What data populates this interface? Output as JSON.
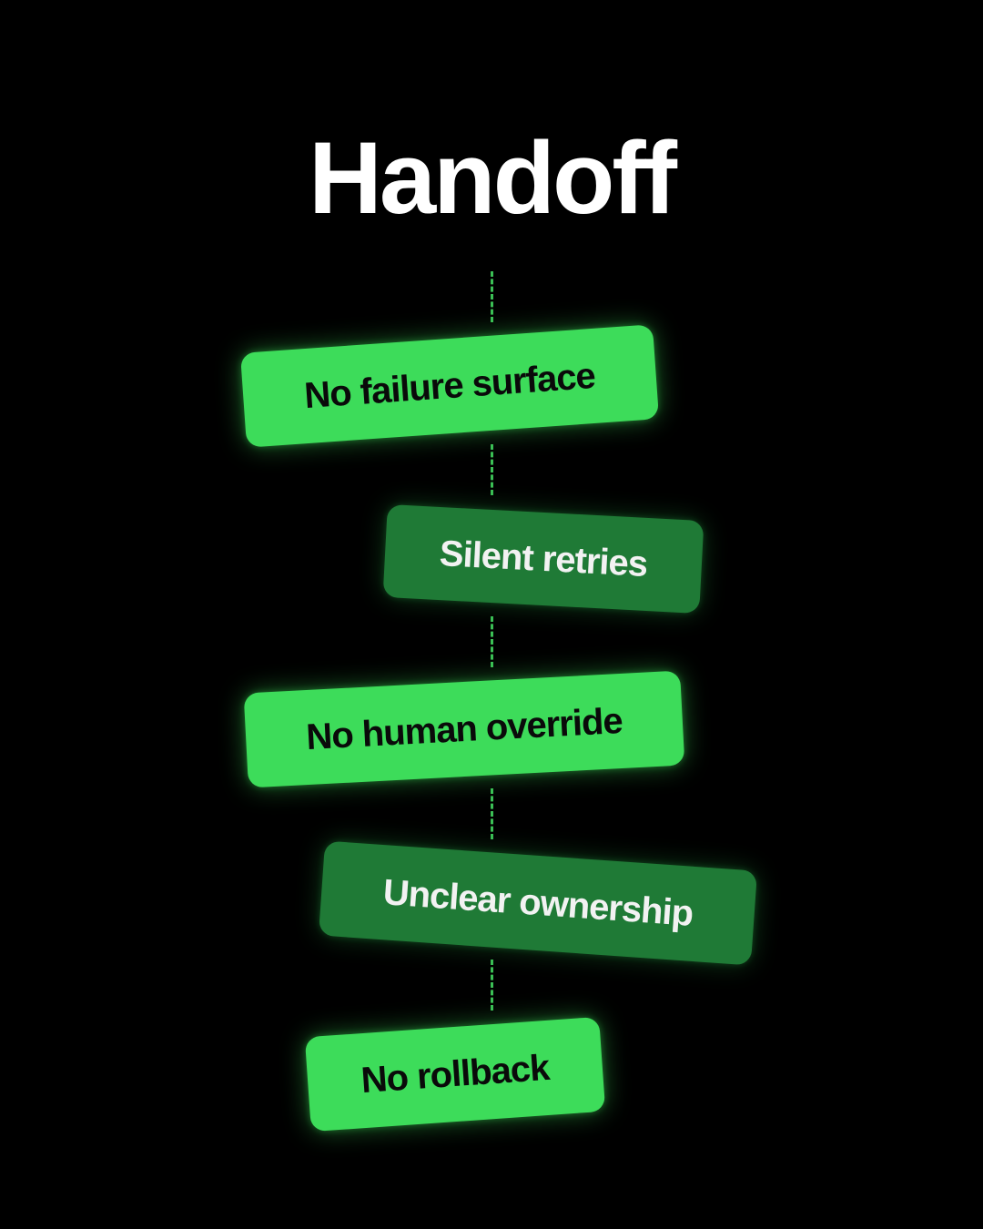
{
  "title": "Handoff",
  "colors": {
    "background": "#000000",
    "title": "#ffffff",
    "bright_green": "#3ddc5a",
    "dark_green": "#1f7a36",
    "connector": "#3bbf55"
  },
  "items": [
    {
      "label": "No failure surface",
      "style": "bright"
    },
    {
      "label": "Silent retries",
      "style": "dark"
    },
    {
      "label": "No human override",
      "style": "bright"
    },
    {
      "label": "Unclear ownership",
      "style": "dark"
    },
    {
      "label": "No rollback",
      "style": "bright"
    }
  ]
}
